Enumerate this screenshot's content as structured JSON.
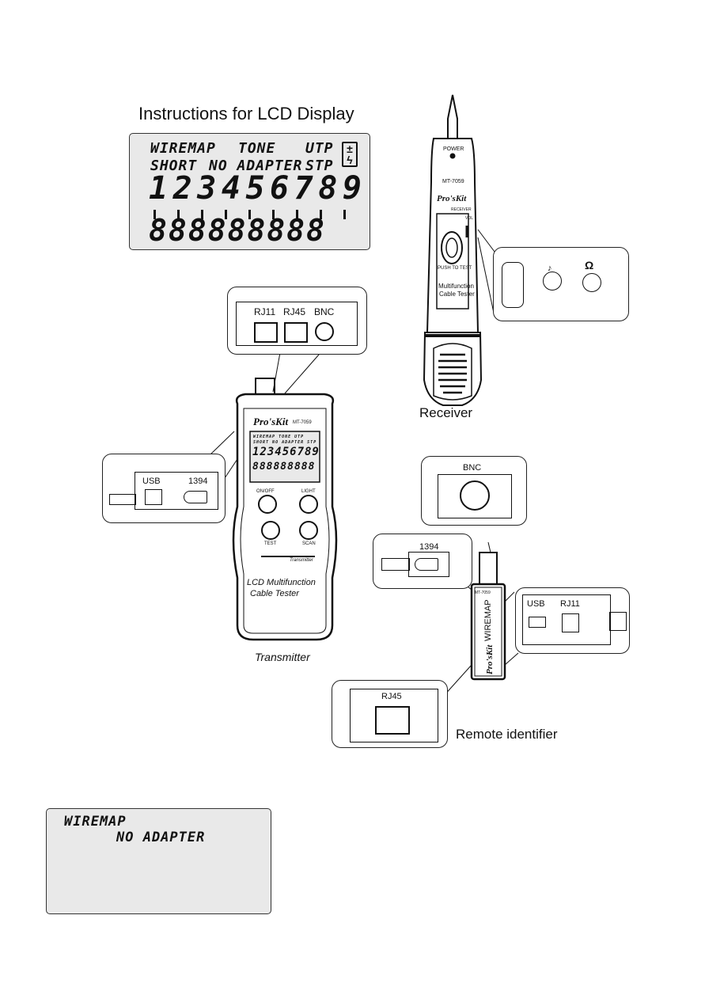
{
  "lcd_title": "Instructions for LCD Display",
  "lcd": {
    "wiremap": "WIREMAP",
    "tone": "TONE",
    "utp": "UTP",
    "short": "SHORT",
    "no_adapter": "NO ADAPTER",
    "stp": "STP",
    "digits": [
      "1",
      "2",
      "3",
      "4",
      "5",
      "6",
      "7",
      "8",
      "9"
    ],
    "bottom_digits": "888888888"
  },
  "receiver": {
    "power": "POWER",
    "model": "MT-7059",
    "brand": "Pro'sKit",
    "sub": "RECEIVER",
    "vol": "VOL",
    "push": "PUSH TO TEST",
    "desc1": "Multifunction",
    "desc2": "Cable Tester",
    "caption": "Receiver"
  },
  "transmitter": {
    "ports": [
      "RJ11",
      "RJ45",
      "BNC"
    ],
    "brand": "Pro'sKit",
    "model": "MT-7059",
    "mini_lcd": {
      "l1": "WIREMAP  TONE  UTP",
      "l2": "SHORT NO ADAPTER STP",
      "l3": "123456789",
      "l4": "888888888"
    },
    "buttons": [
      "ON/OFF",
      "LIGHT",
      "TEST",
      "SCAN"
    ],
    "sub": "Transmitter",
    "desc1": "LCD Multifunction",
    "desc2": "Cable Tester",
    "caption": "Transmitter",
    "side_ports": [
      "USB",
      "1394"
    ]
  },
  "remote": {
    "bnc": "BNC",
    "p1394": "1394",
    "model": "MT-7059",
    "label": "WIREMAP",
    "brand": "Pro'sKit",
    "usb": "USB",
    "rj11": "RJ11",
    "rj45": "RJ45",
    "caption": "Remote identifier"
  },
  "bottom_lcd": {
    "line1": "WIREMAP",
    "line2": "NO ADAPTER"
  }
}
